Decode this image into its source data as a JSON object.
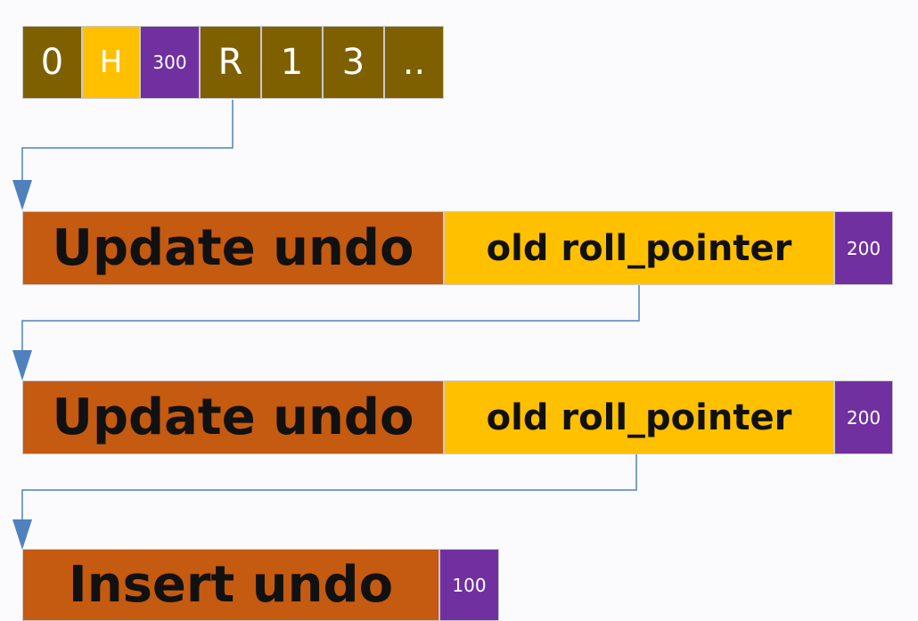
{
  "record": {
    "cells": [
      "0",
      "H",
      "300",
      "R",
      "1",
      "3",
      ".."
    ]
  },
  "undo_chain": [
    {
      "label": "Update undo",
      "pointer_label": "old roll_pointer",
      "id": "200"
    },
    {
      "label": "Update undo",
      "pointer_label": "old roll_pointer",
      "id": "200"
    },
    {
      "label": "Insert undo",
      "id": "100"
    }
  ],
  "colors": {
    "record_cell": "#7e6000",
    "header_cell": "#ffc000",
    "id_cell": "#7030a0",
    "undo_block": "#c55a11",
    "pointer_block": "#ffc000",
    "arrow": "#4f81bd"
  }
}
